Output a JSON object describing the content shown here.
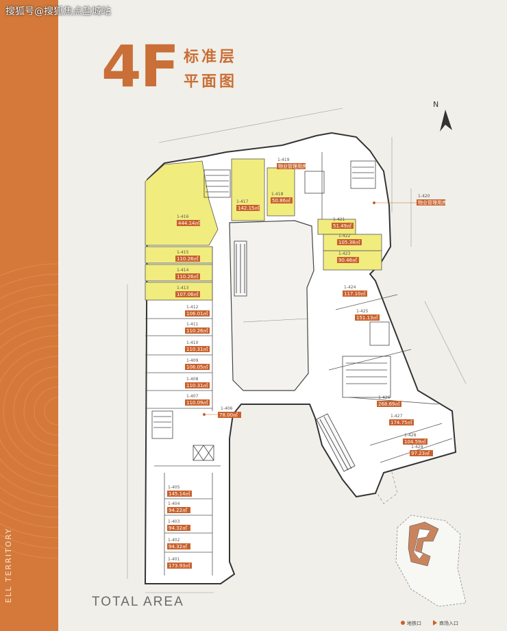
{
  "watermark": "搜狐号@搜狐焦点盐城站",
  "floor_label": "4F",
  "title_line1": "标准层",
  "title_line2": "平面图",
  "side_text": "ELL TERRITORY",
  "footer_text": "TOTAL AREA",
  "compass_label": "N",
  "legend": {
    "subway_exit": "地铁口",
    "mall_entrance": "商场入口"
  },
  "colors": {
    "orange_band": "#d5793a",
    "brand_orange": "#c96f37",
    "shop_yellow": "#f1ec7e",
    "area_tag": "#c9612c"
  },
  "units": [
    {
      "id": "1-416",
      "area": "444.14㎡"
    },
    {
      "id": "1-417",
      "area": "142.15㎡"
    },
    {
      "id": "1-418",
      "area": "50.86㎡"
    },
    {
      "id": "1-419",
      "note": "物业管理用房"
    },
    {
      "id": "1-420",
      "note": "物业管理用房"
    },
    {
      "id": "1-421",
      "area": "51.49㎡"
    },
    {
      "id": "1-422",
      "area": "105.38㎡"
    },
    {
      "id": "1-423",
      "area": "90.46㎡"
    },
    {
      "id": "1-415",
      "area": "110.26㎡"
    },
    {
      "id": "1-414",
      "area": "110.26㎡"
    },
    {
      "id": "1-413",
      "area": "107.06㎡"
    },
    {
      "id": "1-412",
      "area": "106.01㎡"
    },
    {
      "id": "1-411",
      "area": "110.26㎡"
    },
    {
      "id": "1-410",
      "area": "110.31㎡"
    },
    {
      "id": "1-409",
      "area": "106.05㎡"
    },
    {
      "id": "1-408",
      "area": "110.31㎡"
    },
    {
      "id": "1-407",
      "area": "110.09㎡"
    },
    {
      "id": "1-406",
      "area": "78.00㎡"
    },
    {
      "id": "1-405",
      "area": "145.14㎡"
    },
    {
      "id": "1-404",
      "area": "94.22㎡"
    },
    {
      "id": "1-403",
      "area": "94.32㎡"
    },
    {
      "id": "1-402",
      "area": "94.32㎡"
    },
    {
      "id": "1-401",
      "area": "173.93㎡"
    },
    {
      "id": "1-424",
      "area": "117.10㎡"
    },
    {
      "id": "1-425",
      "area": "151.13㎡"
    },
    {
      "id": "1-426",
      "area": "268.69㎡"
    },
    {
      "id": "1-427",
      "area": "174.75㎡"
    },
    {
      "id": "1-428",
      "area": "104.59㎡"
    },
    {
      "id": "1-429",
      "area": "97.23㎡"
    }
  ]
}
